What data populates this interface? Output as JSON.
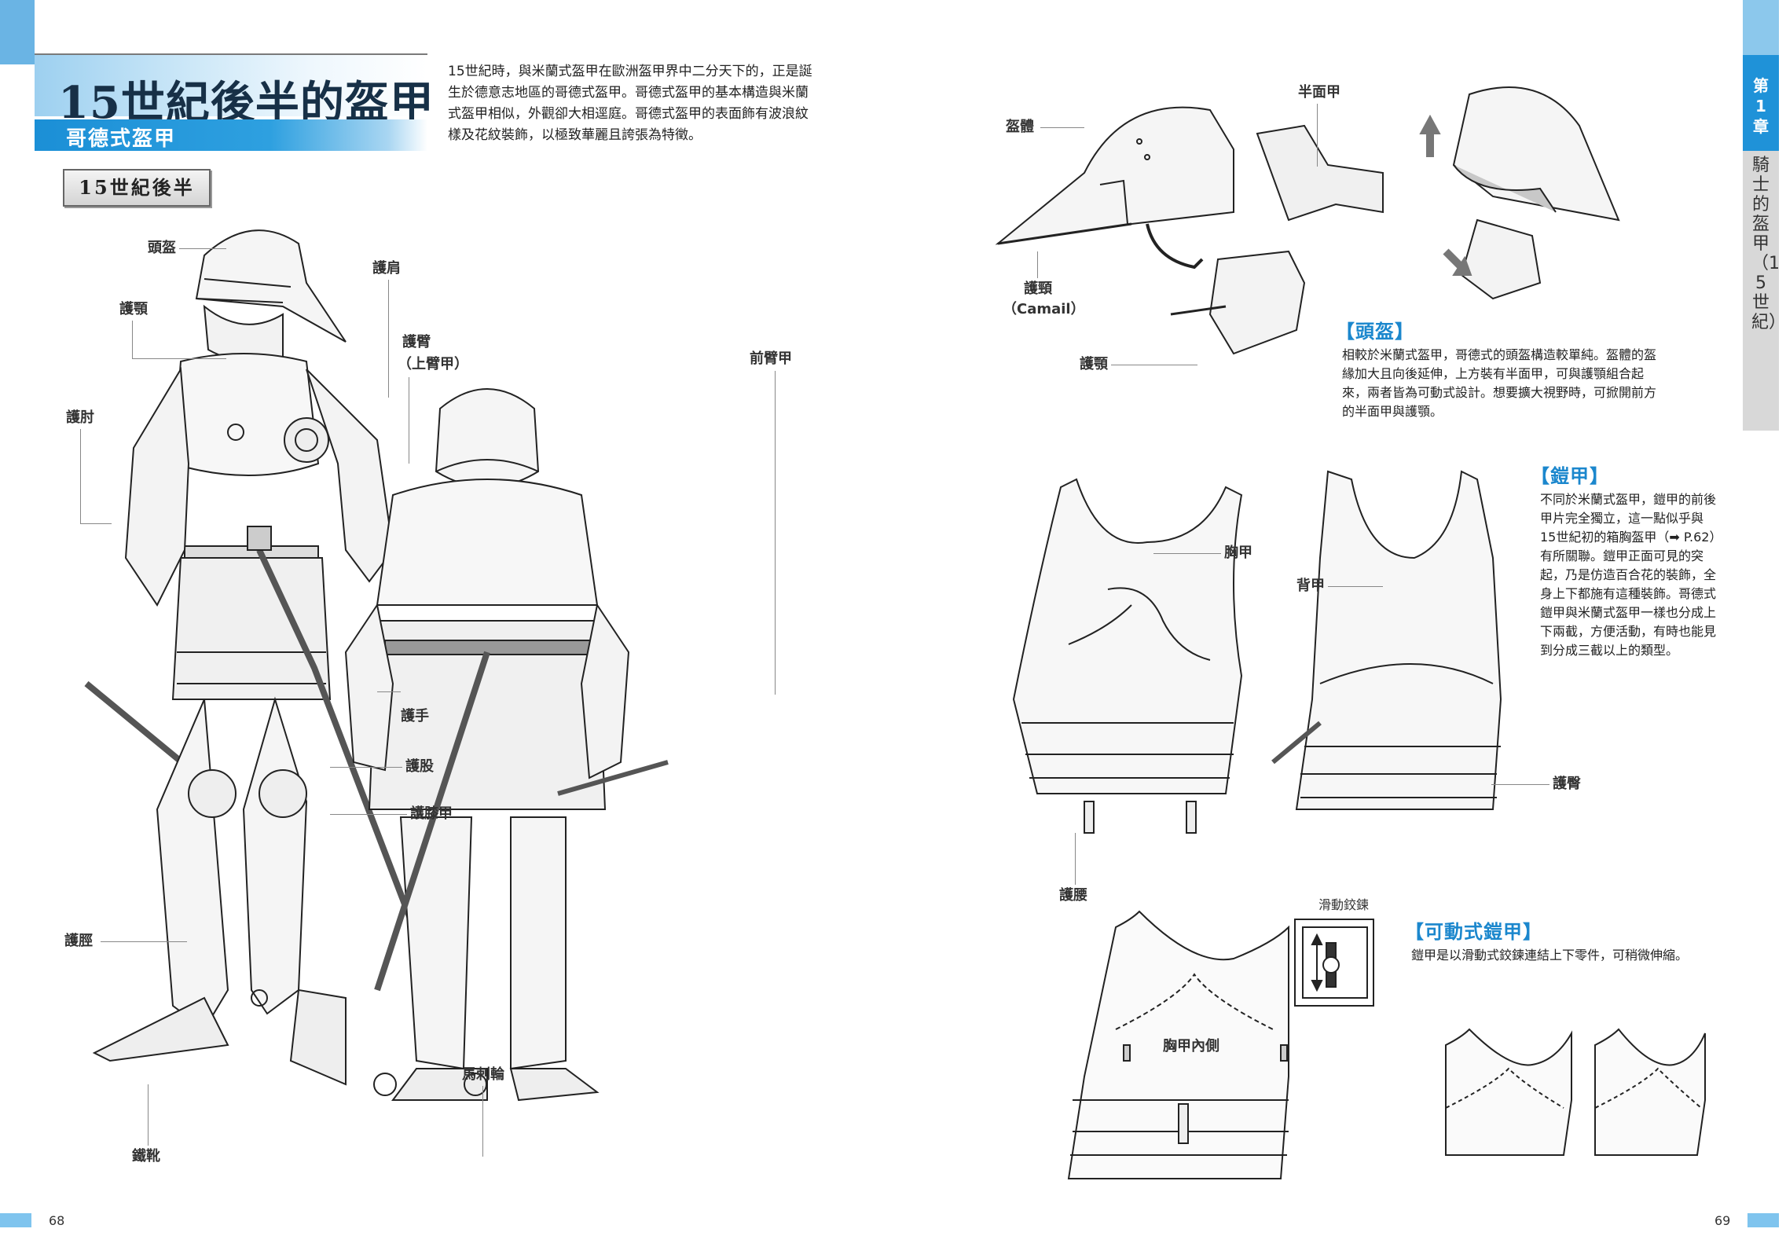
{
  "header": {
    "title": "15世紀後半的盔甲",
    "subtitle": "哥德式盔甲",
    "intro": "15世紀時，與米蘭式盔甲在歐洲盔甲界中二分天下的，正是誕生於德意志地區的哥德式盔甲。哥德式盔甲的基本構造與米蘭式盔甲相似，外觀卻大相逕庭。哥德式盔甲的表面飾有波浪紋樣及花紋裝飾，以極致華麗且誇張為特徵。",
    "period_tag": "15世紀後半"
  },
  "side_tab": {
    "chapter_lines": [
      "第",
      "1",
      "章"
    ],
    "section": "騎士的盔甲（15世紀）"
  },
  "left_labels": {
    "helmet": "頭盔",
    "shoulder": "護肩",
    "bevor": "護顎",
    "arm": "護臂",
    "upper_arm": "（上臂甲）",
    "elbow": "護肘",
    "forearm": "前臂甲",
    "gauntlet": "護手",
    "thigh": "護股",
    "knee": "護膝甲",
    "greave": "護脛",
    "spur": "馬刺輪",
    "sabaton": "鐵靴"
  },
  "helmet_section": {
    "label_skull": "盔體",
    "label_visor": "半面甲",
    "label_camail": "護頸",
    "label_camail_en": "（Camail）",
    "label_bevor": "護顎",
    "heading": "【頭盔】",
    "body": "相較於米蘭式盔甲，哥德式的頭盔構造較單純。盔體的盔緣加大且向後延伸，上方裝有半面甲，可與護顎組合起來，兩者皆為可動式設計。想要擴大視野時，可掀開前方的半面甲與護顎。"
  },
  "cuirass_section": {
    "label_breast": "胸甲",
    "label_back": "背甲",
    "label_fauld": "護腰",
    "label_culet": "護臀",
    "heading": "【鎧甲】",
    "body": "不同於米蘭式盔甲，鎧甲的前後甲片完全獨立，這一點似乎與15世紀初的箱胸盔甲（➡ P.62）有所關聯。鎧甲正面可見的突起，乃是仿造百合花的裝飾，全身上下都施有這種裝飾。哥德式鎧甲與米蘭式盔甲一樣也分成上下兩截，方便活動，有時也能見到分成三截以上的類型。"
  },
  "movable_section": {
    "label_hinge": "滑動鉸鍊",
    "label_inner": "胸甲內側",
    "heading": "【可動式鎧甲】",
    "body": "鎧甲是以滑動式鉸鍊連結上下零件，可稍微伸縮。"
  },
  "footer": {
    "page_left": "68",
    "page_right": "69"
  },
  "colors": {
    "accent": "#1b87cd",
    "tab_blue": "#1f92d8",
    "light_blue": "#7fc4ee"
  }
}
